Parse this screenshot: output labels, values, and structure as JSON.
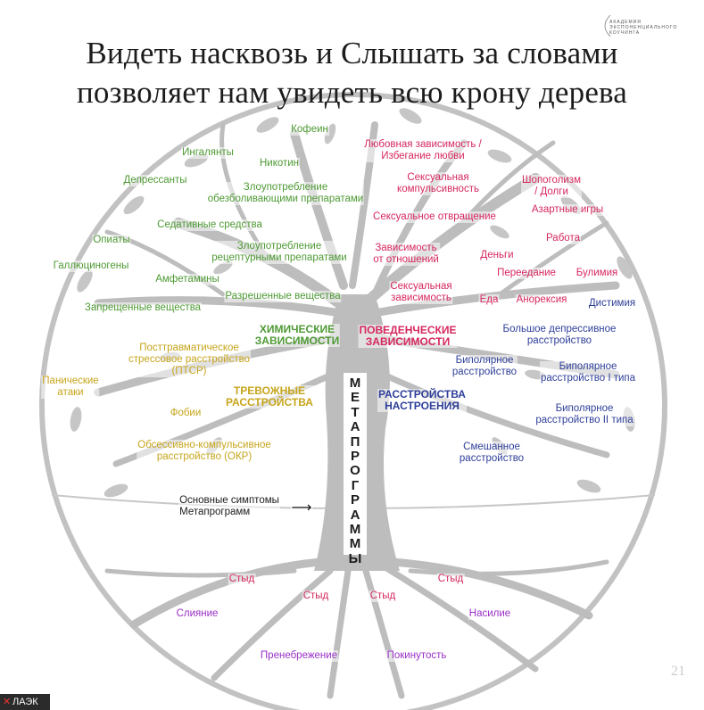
{
  "title": {
    "line1": "Видеть насквозь и Слышать за словами",
    "line2": "позволяет нам увидеть всю крону дерева"
  },
  "logo": {
    "text": "АКАДЕМИЯ\nЭКСПОНЕНЦИАЛЬНОГО\nКОУЧИНГА"
  },
  "trunk_label": "М\nЕ\nТ\nА\nП\nР\nО\nГ\nР\nА\nМ\nМ\nЫ",
  "symptoms_note": "Основные симптомы\nМетапрограмм",
  "symptoms_arrow": "⟶",
  "page_number": "21",
  "taskbar": {
    "icon": "✕",
    "label": "ЛАЭК"
  },
  "chemical": {
    "header": "ХИМИЧЕСКИЕ\nЗАВИСИМОСТИ",
    "items": [
      "Кофеин",
      "Ингалянты",
      "Никотин",
      "Депрессанты",
      "Злоупотребление\nобезболивающими препаратами",
      "Седативные средства",
      "Опиаты",
      "Злоупотребление\nрецептурными препаратами",
      "Галлюциногены",
      "Амфетамины",
      "Разрешенные вещества",
      "Запрещенные вещества"
    ]
  },
  "anxiety": {
    "header": "ТРЕВОЖНЫЕ\nРАССТРОЙСТВА",
    "items": [
      "Посттравматическое\nстрессовое расстройство\n(ПТСР)",
      "Панические\nатаки",
      "Фобии",
      "Обсессивно-компульсивное\nрасстройство (ОКР)"
    ]
  },
  "behavioral": {
    "header": "ПОВЕДЕНЧЕСКИЕ\nЗАВИСИМОСТИ",
    "items": [
      "Любовная зависимость /\nИзбегание любви",
      "Сексуальная\nкомпульсивность",
      "Шопоголизм\n/ Долги",
      "Азартные игры",
      "Сексуальное отвращение",
      "Работа",
      "Зависимость\nот отношений",
      "Деньги",
      "Переедание",
      "Булимия",
      "Сексуальная\nзависимость",
      "Еда",
      "Анорексия"
    ]
  },
  "mood": {
    "header": "РАССТРОЙСТВА\nНАСТРОЕНИЯ",
    "items": [
      "Дистимия",
      "Большое депрессивное\nрасстройство",
      "Биполярное\nрасстройство",
      "Биполярное\nрасстройство I типа",
      "Биполярное\nрасстройство II типа",
      "Смешанное\nрасстройство"
    ]
  },
  "roots": {
    "shame": [
      "Стыд",
      "Стыд",
      "Стыд",
      "Стыд"
    ],
    "other": [
      "Слияние",
      "Насилие",
      "Пренебрежение",
      "Покинутость"
    ]
  },
  "colors": {
    "chemical": "#4e9a34",
    "anxiety": "#c7a51c",
    "behavioral": "#d6285e",
    "mood": "#2e3f99",
    "shame": "#d6285e",
    "roots": "#9a2fc6",
    "tree": "#b9b9b9"
  }
}
